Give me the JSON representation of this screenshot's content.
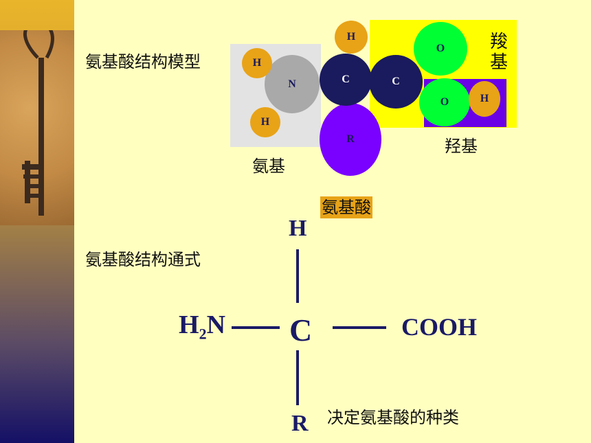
{
  "model": {
    "title": "氨基酸结构模型",
    "amino_label": "氨基",
    "carboxyl_label_line1": "羧",
    "carboxyl_label_line2": "基",
    "hydroxyl_label": "羟基",
    "molecule_label": "氨基酸",
    "atoms": {
      "h_top": "H",
      "h_left": "H",
      "h_bottom": "H",
      "n": "N",
      "c_alpha": "C",
      "c_carboxyl": "C",
      "r": "R",
      "o_double": "O",
      "o_hydroxyl": "O",
      "h_hydroxyl": "H"
    },
    "colors": {
      "hydrogen": "#e8a317",
      "nitrogen": "#a9a9a9",
      "carbon": "#1a1a5e",
      "r_group": "#7a00ff",
      "oxygen": "#00ff33",
      "amino_box": "#e3e3e3",
      "carboxyl_box": "#ffff00",
      "hydroxyl_box": "#6a00e6"
    }
  },
  "formula": {
    "title": "氨基酸结构通式",
    "center": "C",
    "top": "H",
    "bottom": "R",
    "left_h": "H",
    "left_sub": "2",
    "left_n": "N",
    "right": "COOH",
    "r_note": "决定氨基酸的种类"
  }
}
